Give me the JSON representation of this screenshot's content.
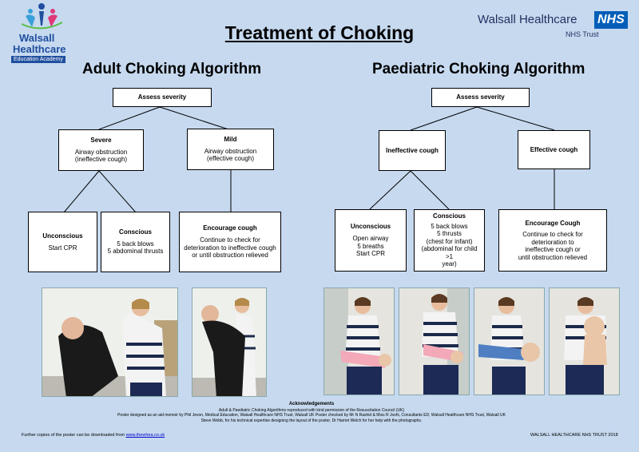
{
  "logo_left": {
    "line1": "Walsall",
    "line2": "Healthcare",
    "line3": "Education Academy"
  },
  "logo_right": {
    "name": "Walsall Healthcare",
    "badge": "NHS",
    "trust": "NHS Trust"
  },
  "title": "Treatment of Choking",
  "adult": {
    "heading": "Adult Choking Algorithm",
    "assess": "Assess severity",
    "severe": {
      "title": "Severe",
      "lines": [
        "Airway obstruction",
        "(ineffective cough)"
      ]
    },
    "mild": {
      "title": "Mild",
      "lines": [
        "Airway obstruction",
        "(effective cough)"
      ]
    },
    "unconscious": {
      "title": "Unconscious",
      "lines": [
        "Start CPR"
      ]
    },
    "conscious": {
      "title": "Conscious",
      "lines": [
        "5 back blows",
        "5 abdominal thrusts"
      ]
    },
    "encourage": {
      "title": "Encourage cough",
      "lines": [
        "Continue to check for",
        "deterioration to ineffective cough",
        "or until obstruction relieved"
      ]
    }
  },
  "paed": {
    "heading": "Paediatric Choking Algorithm",
    "assess": "Assess severity",
    "ineffective": {
      "title": "Ineffective cough"
    },
    "effective": {
      "title": "Effective cough"
    },
    "unconscious": {
      "title": "Unconscious",
      "lines": [
        "Open airway",
        "5 breaths",
        "Start CPR"
      ]
    },
    "conscious": {
      "title": "Conscious",
      "lines": [
        "5 back blows",
        "5 thrusts",
        "(chest for infant)",
        "(abdominal for child >1",
        "year)"
      ]
    },
    "encourage": {
      "title": "Encourage Cough",
      "lines": [
        "Continue to check for",
        "deterioration to",
        "ineffective cough or",
        "until obstruction relieved"
      ]
    }
  },
  "acknowledgements": {
    "heading": "Acknowledgements",
    "lines": [
      "Adult & Paediatric Choking Algorithms reproduced with kind permission of the Resuscitation Council (UK)",
      "Poster designed as an aid memoir by Phil Jevon, Medical Education, Walsall Healthcare NHS Trust, Walsall UK   Poster checked by Mr N Rashid & Miss R Joshi, Consultants ED, Walsall Healthcare NHS Trust, Walsall UK",
      "Steve Webb, for his technical expertise designing the layout of the poster, Dr Harriet Welch for her help with the photographs."
    ]
  },
  "footer": {
    "left_text": "Further copies of the poster can be downloaded from",
    "link": "www.thewhea.co.uk",
    "right": "WALSALL HEALTHCARE NHS TRUST 2018"
  },
  "colors": {
    "background": "#c6d9ef",
    "nhs_blue": "#005eb8",
    "logo_blue": "#1f4e9e"
  }
}
